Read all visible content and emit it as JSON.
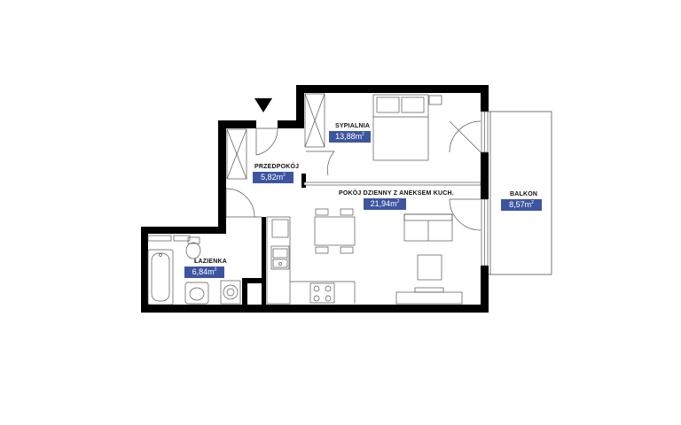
{
  "plan": {
    "accent_color": "#3d55a0",
    "wall_color": "#000000",
    "entrance_marker": "down-triangle-icon",
    "rooms": [
      {
        "id": "sypialnia",
        "name": "SYPIALNIA",
        "area": "13,88m",
        "unit_sup": "2"
      },
      {
        "id": "przedpokoj",
        "name": "PRZEDPOKÓJ",
        "area": "5,82m",
        "unit_sup": "2"
      },
      {
        "id": "pokoj",
        "name": "POKÓJ DZIENNY Z ANEKSEM KUCH.",
        "area": "21,94m",
        "unit_sup": "2"
      },
      {
        "id": "balkon",
        "name": "BALKON",
        "area": "8,57m",
        "unit_sup": "2"
      },
      {
        "id": "lazienka",
        "name": "ŁAZIENKA",
        "area": "6,84m",
        "unit_sup": "2"
      }
    ]
  }
}
